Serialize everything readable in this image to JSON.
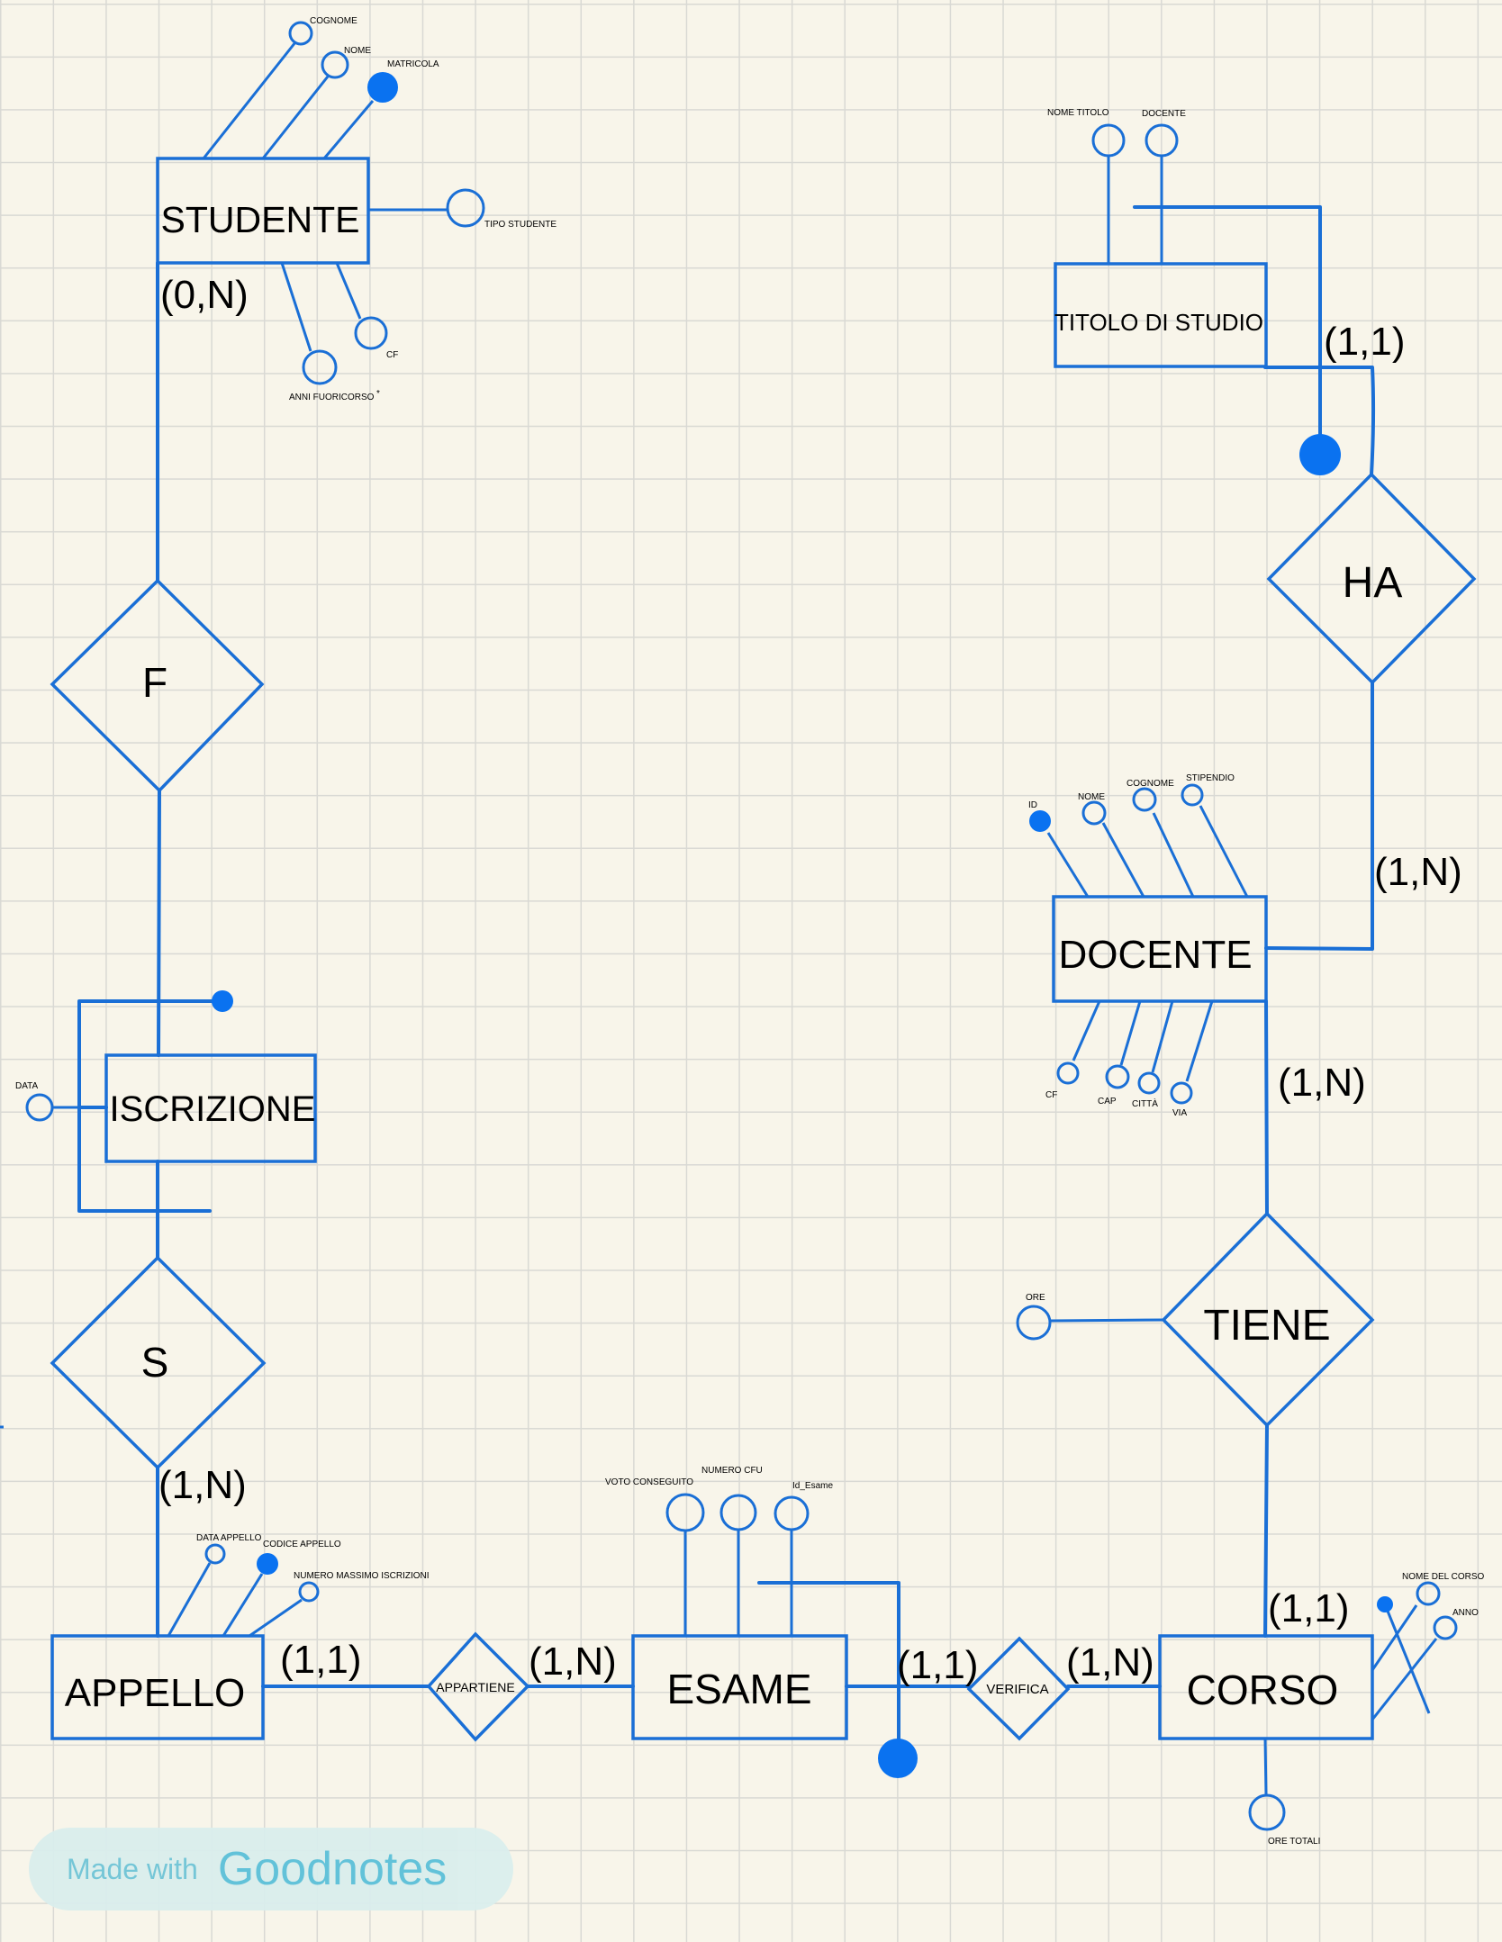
{
  "entities": {
    "studente": "STUDENTE",
    "titolo": "TITOLO DI STUDIO",
    "docente": "DOCENTE",
    "iscrizione": "ISCRIZIONE",
    "appello": "APPELLO",
    "esame": "ESAME",
    "corso": "CORSO"
  },
  "relationships": {
    "f": "F",
    "ha": "HA",
    "s": "S",
    "tiene": "TIENE",
    "appartiene": "APPARTIENE",
    "verifica": "VERIFICA"
  },
  "attributes": {
    "studente_cognome": "COGNOME",
    "studente_nome": "NOME",
    "studente_matricola": "MATRICOLA",
    "studente_tipo": "TIPO STUDENTE",
    "studente_cf": "CF",
    "studente_anni": "ANNI FUORICORSO",
    "studente_anni_mark": "*",
    "titolo_nome": "NOME TITOLO",
    "titolo_docente": "DOCENTE",
    "docente_id": "ID",
    "docente_nome": "NOME",
    "docente_cognome": "COGNOME",
    "docente_stipendio": "STIPENDIO",
    "docente_cf": "CF",
    "docente_cap": "CAP",
    "docente_citta": "CITTÀ",
    "docente_via": "VIA",
    "iscrizione_data": "DATA",
    "tiene_ore": "ORE",
    "appello_data": "DATA APPELLO",
    "appello_codice": "CODICE APPELLO",
    "appello_numero": "NUMERO MASSIMO ISCRIZIONI",
    "esame_voto": "VOTO CONSEGUITO",
    "esame_cfu": "NUMERO CFU",
    "esame_id": "Id_Esame",
    "corso_nome": "NOME DEL CORSO",
    "corso_anno": "ANNO",
    "corso_ore": "ORE TOTALI"
  },
  "cardinalities": {
    "studente_f": "(0,N)",
    "titolo_ha": "(1,1)",
    "docente_ha": "(1,N)",
    "docente_tiene": "(1,N)",
    "s_appello": "(1,N)",
    "appello_appartiene": "(1,1)",
    "appartiene_esame": "(1,N)",
    "esame_verifica": "(1,1)",
    "verifica_corso": "(1,N)",
    "corso_tiene": "(1,1)"
  },
  "badge": {
    "made_with": "Made with",
    "brand": "Goodnotes"
  },
  "colors": {
    "line": "#1a6fd6",
    "key_fill": "#0a72f0",
    "paper": "#f8f5ea",
    "grid": "#d9d9d4"
  }
}
